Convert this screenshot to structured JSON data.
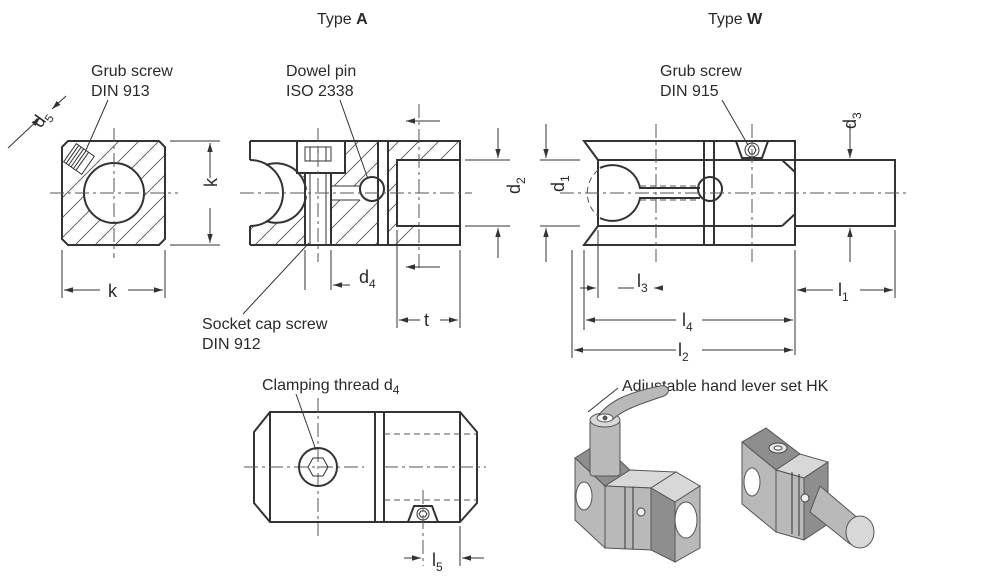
{
  "views": {
    "type_a": {
      "prefix": "Type",
      "letter": "A"
    },
    "type_w": {
      "prefix": "Type",
      "letter": "W"
    }
  },
  "callouts": {
    "grub_screw_913": [
      "Grub screw",
      "DIN 913"
    ],
    "dowel_pin": [
      "Dowel pin",
      "ISO 2338"
    ],
    "grub_screw_915": [
      "Grub screw",
      "DIN 915"
    ],
    "socket_cap_screw": [
      "Socket cap screw",
      "DIN 912"
    ],
    "clamping_thread": {
      "text": "Clamping thread d",
      "sub": "4"
    },
    "hand_lever": "Adjustable hand lever set HK"
  },
  "dimensions": {
    "d5": {
      "base": "d",
      "sub": "5"
    },
    "k_vertical": {
      "base": "k",
      "sub": ""
    },
    "k_horizontal": {
      "base": "k",
      "sub": ""
    },
    "d4": {
      "base": "d",
      "sub": "4"
    },
    "t": {
      "base": "t",
      "sub": ""
    },
    "d2": {
      "base": "d",
      "sub": "2"
    },
    "d1": {
      "base": "d",
      "sub": "1"
    },
    "d3": {
      "base": "d",
      "sub": "3"
    },
    "l3": {
      "base": "l",
      "sub": "3"
    },
    "l1": {
      "base": "l",
      "sub": "1"
    },
    "l4": {
      "base": "l",
      "sub": "4"
    },
    "l2": {
      "base": "l",
      "sub": "2"
    },
    "l5": {
      "base": "l",
      "sub": "5"
    }
  }
}
